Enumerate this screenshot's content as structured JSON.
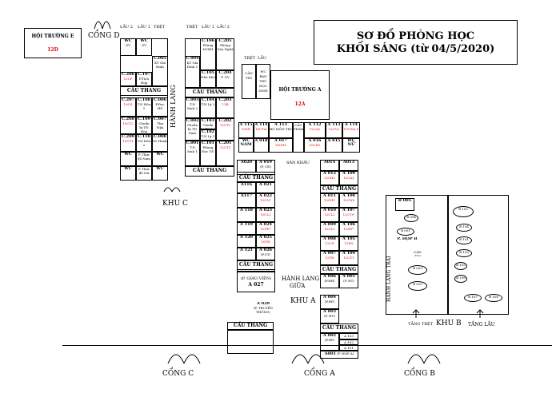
{
  "title": {
    "line1": "SƠ ĐỒ PHÒNG HỌC",
    "line2": "KHỐI SÁNG (từ 04/5/2020)"
  },
  "hall_e": {
    "name": "HỘI TRƯỜNG E",
    "code": "12D"
  },
  "hall_a": {
    "name": "HỘI TRƯỜNG A",
    "code": "12A"
  },
  "gates": {
    "d": "CỔNG D",
    "c": "CỔNG C",
    "a": "CỔNG A",
    "b": "CỔNG B"
  },
  "zones": {
    "khu_c": "KHU C",
    "khu_a": "KHU A",
    "khu_b": "KHU B"
  },
  "floors_left": [
    "LẦU 2",
    "LẦU 1",
    "TRỆT"
  ],
  "floors_mid": [
    "TRỆT",
    "LẦU 1",
    "LẦU 2"
  ],
  "floors_top": [
    "TRỆT",
    "LẦU"
  ],
  "stair": "CẦU THANG",
  "hanh_lang": "HÀNH LANG",
  "hanh_lang_giua": [
    "HÀNH LANG",
    "GIỮA"
  ],
  "hanh_lang_trai": "HÀNH LANG TRÁI",
  "san_khau": "SÂN KHẤU",
  "tang_tret": "TẦNG TRỆT",
  "tang_lau": "TẦNG LẦU",
  "p_hop_b": "P. HỌP B",
  "cantin": "CĂN TIN",
  "ban_tru": "WC BÁN TRÚ HỌC SINH",
  "block_c_left": [
    [
      "WC",
      "GV"
    ],
    [
      "WC",
      "GV"
    ],
    [
      "C.206",
      "12CP"
    ],
    [
      "C.207",
      "10CS"
    ],
    [
      "C.208",
      "10CT2"
    ],
    [
      "C.209",
      "10CT1"
    ],
    [
      "WC",
      ""
    ],
    [
      "WC",
      ""
    ]
  ],
  "block_c_mid": [
    [
      "C.107",
      "P.Tích Hợp"
    ],
    [
      "C.005",
      "KT Giá Đình"
    ],
    [
      "C.108",
      "T.N Hóa 1"
    ],
    [
      "C.006",
      "P.Đọc HS"
    ],
    [
      "C.109",
      "Chuẩn bị TN Hóa"
    ],
    [
      "C.007",
      "Thư Viện"
    ],
    [
      "C.110",
      "T.N Hóa 2"
    ],
    [
      "C.008",
      "Võ Thuật"
    ],
    [
      "P. Thực đồ Nam",
      "WC"
    ],
    [
      "P. Thực đồ Nữ",
      "WC"
    ]
  ],
  "block_c_right": [
    [
      "C.004",
      "KT Gia Đình 1"
    ],
    [
      "C.105",
      "Nhà Kho"
    ],
    [
      "C.204",
      "P. GV"
    ],
    [
      "C.106",
      "Phòng NCKH"
    ],
    [
      "C.205",
      "Phòng Văn Nghệ"
    ],
    [
      "C.003",
      "T.N Sinh 2"
    ],
    [
      "C.104",
      "T.N Lý 2"
    ],
    [
      "C.203",
      "12B"
    ],
    [
      "C.002",
      "Chuẩn bị TN Sinh"
    ],
    [
      "C.103",
      "Chuẩn bị TN Lý"
    ],
    [
      "C.202",
      "12CT2"
    ],
    [
      "C.001",
      "T.N Sinh 1"
    ],
    [
      "C.102",
      "T.N Lý 1"
    ],
    [
      "C.101",
      "Phòng Đọc GV"
    ],
    [
      "C.201",
      "12CT1"
    ]
  ],
  "block_a_top": [
    [
      "A 115",
      "10SN"
    ],
    [
      "A 114",
      "10CTin"
    ],
    [
      "A 113",
      "BỘ MÔN TIN"
    ],
    [
      "A 112",
      "12CA2"
    ],
    [
      "A 113",
      "12CV2"
    ],
    [
      "A 114",
      "10CTin-S"
    ],
    [
      "A 018",
      ""
    ],
    [
      "A 017",
      "10CH1"
    ],
    [
      "A 016",
      "10CH2"
    ],
    [
      "A 015",
      ""
    ],
    [
      "WC NỮ",
      ""
    ]
  ],
  "block_a_left": [
    [
      "A020",
      ""
    ],
    [
      "A 019",
      "(P. CĐ)"
    ],
    [
      "A116",
      ""
    ],
    [
      "A 021",
      ""
    ],
    [
      "A117",
      ""
    ],
    [
      "A 022",
      "10CL1"
    ],
    [
      "A 118",
      ""
    ],
    [
      "A 023",
      "10CL2"
    ],
    [
      "A 119",
      ""
    ],
    [
      "A 024",
      "10TĐ*"
    ],
    [
      "A 120",
      ""
    ],
    [
      "A 025",
      "10TH"
    ],
    [
      "A 121",
      ""
    ],
    [
      "A 026",
      "(P.GT)"
    ]
  ],
  "block_a_right": [
    [
      "A014",
      ""
    ],
    [
      "A013",
      ""
    ],
    [
      "A 012",
      "12CH2"
    ],
    [
      "A 109",
      "12CA1"
    ],
    [
      "A 011",
      "12CH1"
    ],
    [
      "A 108",
      "12CNh"
    ],
    [
      "A 010",
      "12CL2"
    ],
    [
      "A 107",
      "12CTr*"
    ],
    [
      "A 009",
      "12CL1"
    ],
    [
      "A 106",
      "12SN*"
    ],
    [
      "A 008",
      "12CS"
    ],
    [
      "A 105",
      "12SN"
    ],
    [
      "A 007",
      "12TH"
    ],
    [
      "A 104",
      "12CV1"
    ]
  ],
  "wc_nam": "WC NAM",
  "a_lower": {
    "a006": "A 006",
    "a006b": "(P.HĐ)",
    "a005": "A 005",
    "a005b": "(P. HT)",
    "a004": "A 004",
    "a004b": "(P.HP)",
    "a003": "A 003",
    "a003b": "(P. HV)",
    "a002": "A 002",
    "a002b": "(P.HP)",
    "a001": "A001",
    "a001b": "(P. HỌP A)",
    "a103": "A 103",
    "a102": "A 102",
    "a101": "A 101"
  },
  "a_left_lower": {
    "gv": "(P. GIÁO VIÊN)",
    "a027": "A 027",
    "a029": "A 029",
    "a029b": "(P. TRUYỀN THỐNG)"
  },
  "khu_b_rooms": [
    "B 005",
    "B 004",
    "B 001",
    "B 003",
    "B 002",
    "B 102",
    "B 104",
    "B 101",
    "B 103",
    "B 105",
    "B 106",
    "B 107",
    "B 108",
    "CĂN TIN"
  ]
}
